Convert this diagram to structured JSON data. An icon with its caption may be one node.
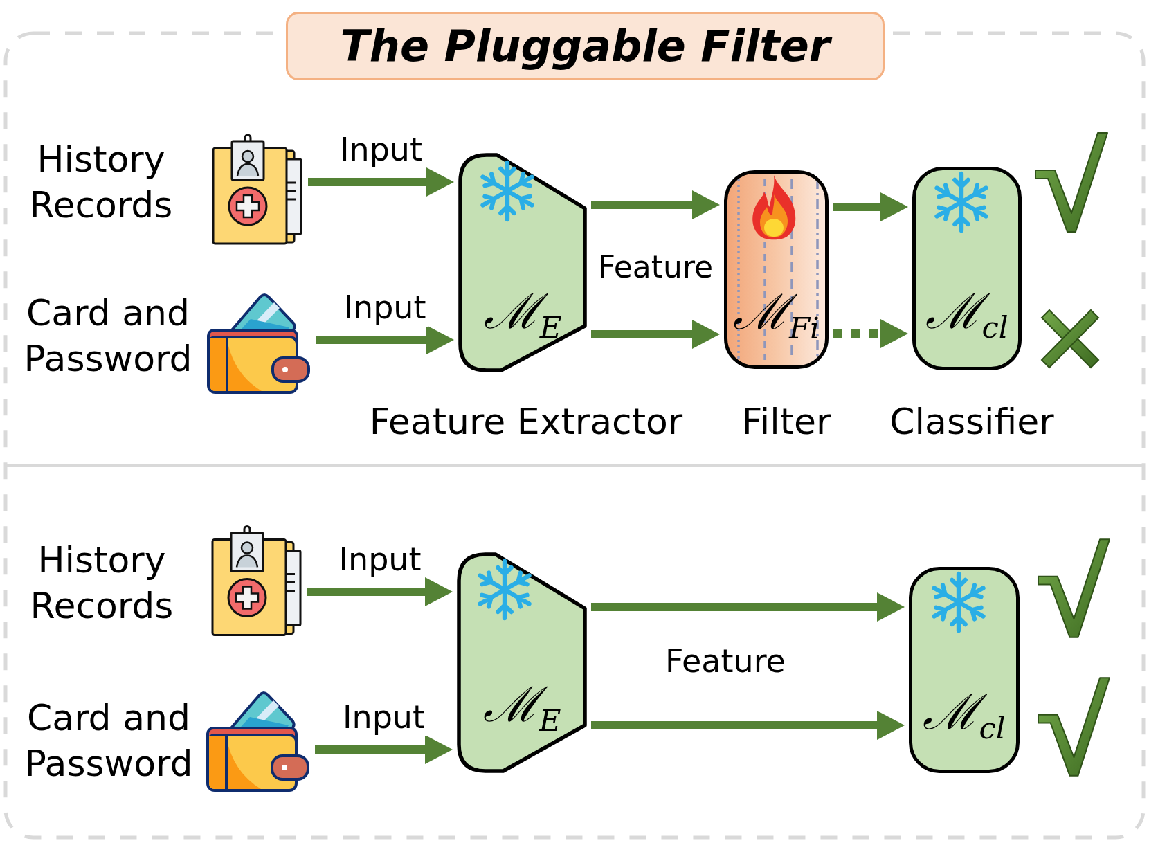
{
  "diagram": {
    "title": "The Pluggable Filter",
    "nodes": [
      {
        "text": [],
        "shape": "picture",
        "beside": [
          "History Records"
        ]
      },
      {
        "text": [],
        "shape": "picture",
        "beside": [
          "Card and Password"
        ]
      },
      {
        "text": [
          "ℳ$_{E}$"
        ],
        "beside": [
          "Feature Extractor"
        ]
      },
      {
        "text": [
          "ℳ$_{Fi}$"
        ],
        "beside": [
          "Filter"
        ]
      },
      {
        "text": [
          "ℳ$_{cl}$"
        ],
        "beside": [
          "Classifier"
        ]
      },
      {
        "text": [],
        "shape": "picture",
        "beside": [
          "History Records"
        ]
      },
      {
        "text": [],
        "shape": "picture",
        "beside": [
          "Card and Password"
        ]
      },
      {
        "text": [
          "ℳ$_{E}$"
        ]
      },
      {
        "text": [
          "ℳ$_{cl}$"
        ]
      }
    ],
    "edges": [
      {
        "from": 0,
        "to": 2,
        "arrow": "to",
        "label": "Input"
      },
      {
        "from": 1,
        "to": 2,
        "arrow": "to",
        "label": "Input"
      },
      {
        "from": 2,
        "to": 3,
        "arrow": "to"
      },
      {
        "from": 2,
        "to": 3,
        "arrow": "to"
      },
      {
        "from": 3,
        "to": 4,
        "arrow": "to"
      },
      {
        "from": 3,
        "to": 4,
        "arrow": "to",
        "style": "dashed"
      },
      {
        "from": 5,
        "to": 7,
        "arrow": "to",
        "label": "Input"
      },
      {
        "from": 6,
        "to": 7,
        "arrow": "to",
        "label": "Input"
      },
      {
        "from": 7,
        "to": 8,
        "arrow": "to"
      },
      {
        "from": 7,
        "to": 8,
        "arrow": "to"
      }
    ],
    "labels": [
      "Feature",
      "Feature"
    ]
  }
}
